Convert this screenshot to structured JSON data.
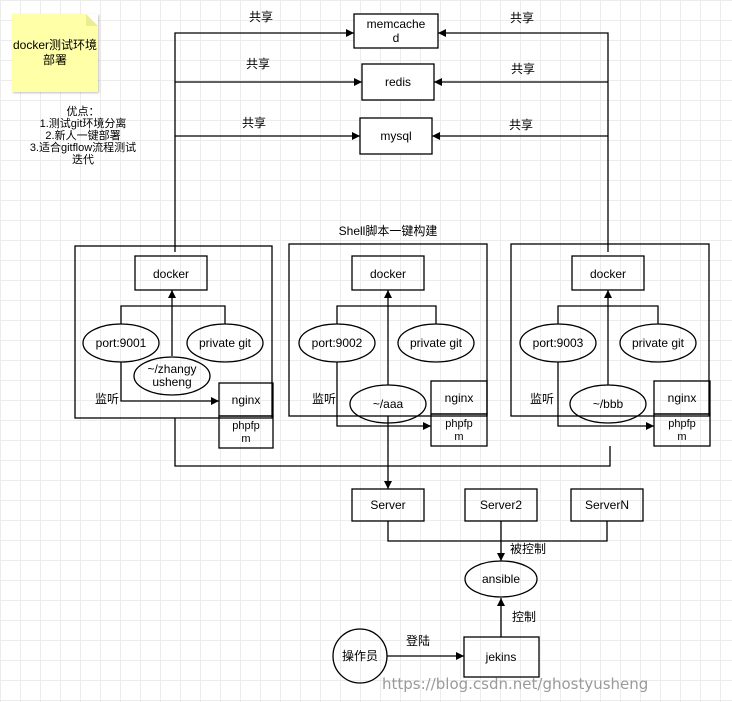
{
  "note": {
    "text": "docker测试环境部署"
  },
  "advantages": {
    "title": "优点：",
    "items": [
      "1.测试git环境分离",
      "2.新人一键部署",
      "3.适合gitflow流程测试",
      "迭代"
    ]
  },
  "shared": {
    "memcached": [
      "memcache",
      "d"
    ],
    "redis": "redis",
    "mysql": "mysql",
    "label": "共享"
  },
  "build_label": "Shell脚本一键构建",
  "containers": [
    {
      "docker": "docker",
      "port": "port:9001",
      "git": "private git",
      "dir": [
        "~/zhangy",
        "usheng"
      ],
      "nginx": "nginx",
      "php": [
        "phpfp",
        "m"
      ],
      "listen": "监听"
    },
    {
      "docker": "docker",
      "port": "port:9002",
      "git": "private git",
      "dir": [
        "~/aaa"
      ],
      "nginx": "nginx",
      "php": [
        "phpfp",
        "m"
      ],
      "listen": "监听"
    },
    {
      "docker": "docker",
      "port": "port:9003",
      "git": "private git",
      "dir": [
        "~/bbb"
      ],
      "nginx": "nginx",
      "php": [
        "phpfp",
        "m"
      ],
      "listen": "监听"
    }
  ],
  "servers": [
    "Server",
    "Server2",
    "ServerN"
  ],
  "ansible": "ansible",
  "controlled_label": "被控制",
  "control_label": "控制",
  "jekins": "jekins",
  "operator": "操作员",
  "login_label": "登陆",
  "watermark": "https://blog.csdn.net/ghostyusheng"
}
